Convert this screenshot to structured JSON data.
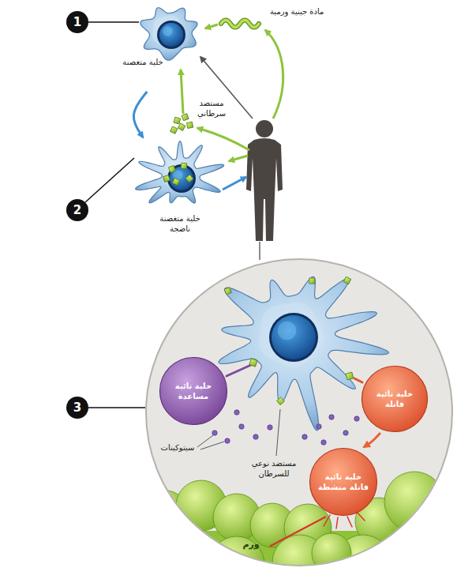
{
  "diagram": {
    "nodes": [
      {
        "text": [
          "خلية متغصنة"
        ]
      },
      {
        "text": [
          "خلية متغصنة ناضجة"
        ]
      },
      {
        "text": [
          "خلية تائية مساعدة"
        ]
      },
      {
        "text": [
          "خلية تائية قاتلة"
        ]
      },
      {
        "text": [
          "خلية تائية قاتلة منشطة"
        ]
      },
      {
        "text": [
          "ورم"
        ]
      }
    ],
    "edges": [
      {
        "from": 0,
        "to": 1,
        "arrow": "to"
      },
      {
        "from": 3,
        "to": 4,
        "arrow": "to"
      },
      {
        "from": 4,
        "to": 5,
        "arrow": "none"
      }
    ],
    "labels": [
      "1",
      "2",
      "3",
      "مادة جينية ورمية",
      "مستضد سرطاني",
      "سيتوكينات",
      "مستضد نوعي للسرطان"
    ]
  }
}
